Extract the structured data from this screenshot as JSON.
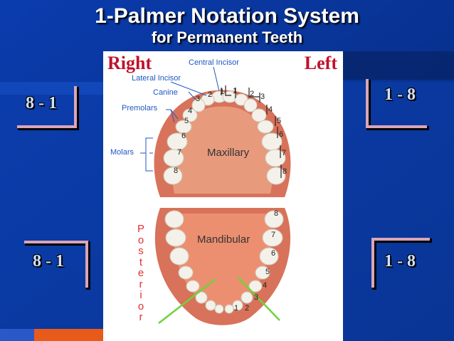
{
  "title": "1-Palmer Notation System",
  "subtitle": "for Permanent Teeth",
  "quadrants": {
    "upper_right": "8 - 1",
    "upper_left": "1 - 8",
    "lower_right": "8 - 1",
    "lower_left": "1 - 8"
  },
  "diagram": {
    "side_right": "Right",
    "side_left": "Left",
    "labels": {
      "central_incisor": "Central Incisor",
      "lateral_incisor": "Lateral Incisor",
      "canine": "Canine",
      "premolars": "Premolars",
      "molars": "Molars"
    },
    "maxillary": "Maxillary",
    "mandibular": "Mandibular",
    "posterior_letters": [
      "P",
      "o",
      "s",
      "t",
      "e",
      "r",
      "i",
      "o",
      "r"
    ],
    "upper_right_numbers": [
      "1",
      "2",
      "3",
      "4",
      "5",
      "6",
      "7",
      "8"
    ],
    "upper_left_numbers": [
      "1",
      "2",
      "3",
      "4",
      "5",
      "6",
      "7",
      "8"
    ],
    "lower_numbers": [
      "1",
      "2",
      "3",
      "4",
      "5",
      "6",
      "7",
      "8"
    ]
  },
  "colors": {
    "background": "#0a3a9c",
    "title": "#ffffff",
    "side_label": "#c0112b",
    "label_blue": "#1f57c2",
    "gum": "#e8876a",
    "tooth": "#f4f1ea",
    "posterior": "#e23030",
    "arrow_green": "#6ed23b"
  }
}
